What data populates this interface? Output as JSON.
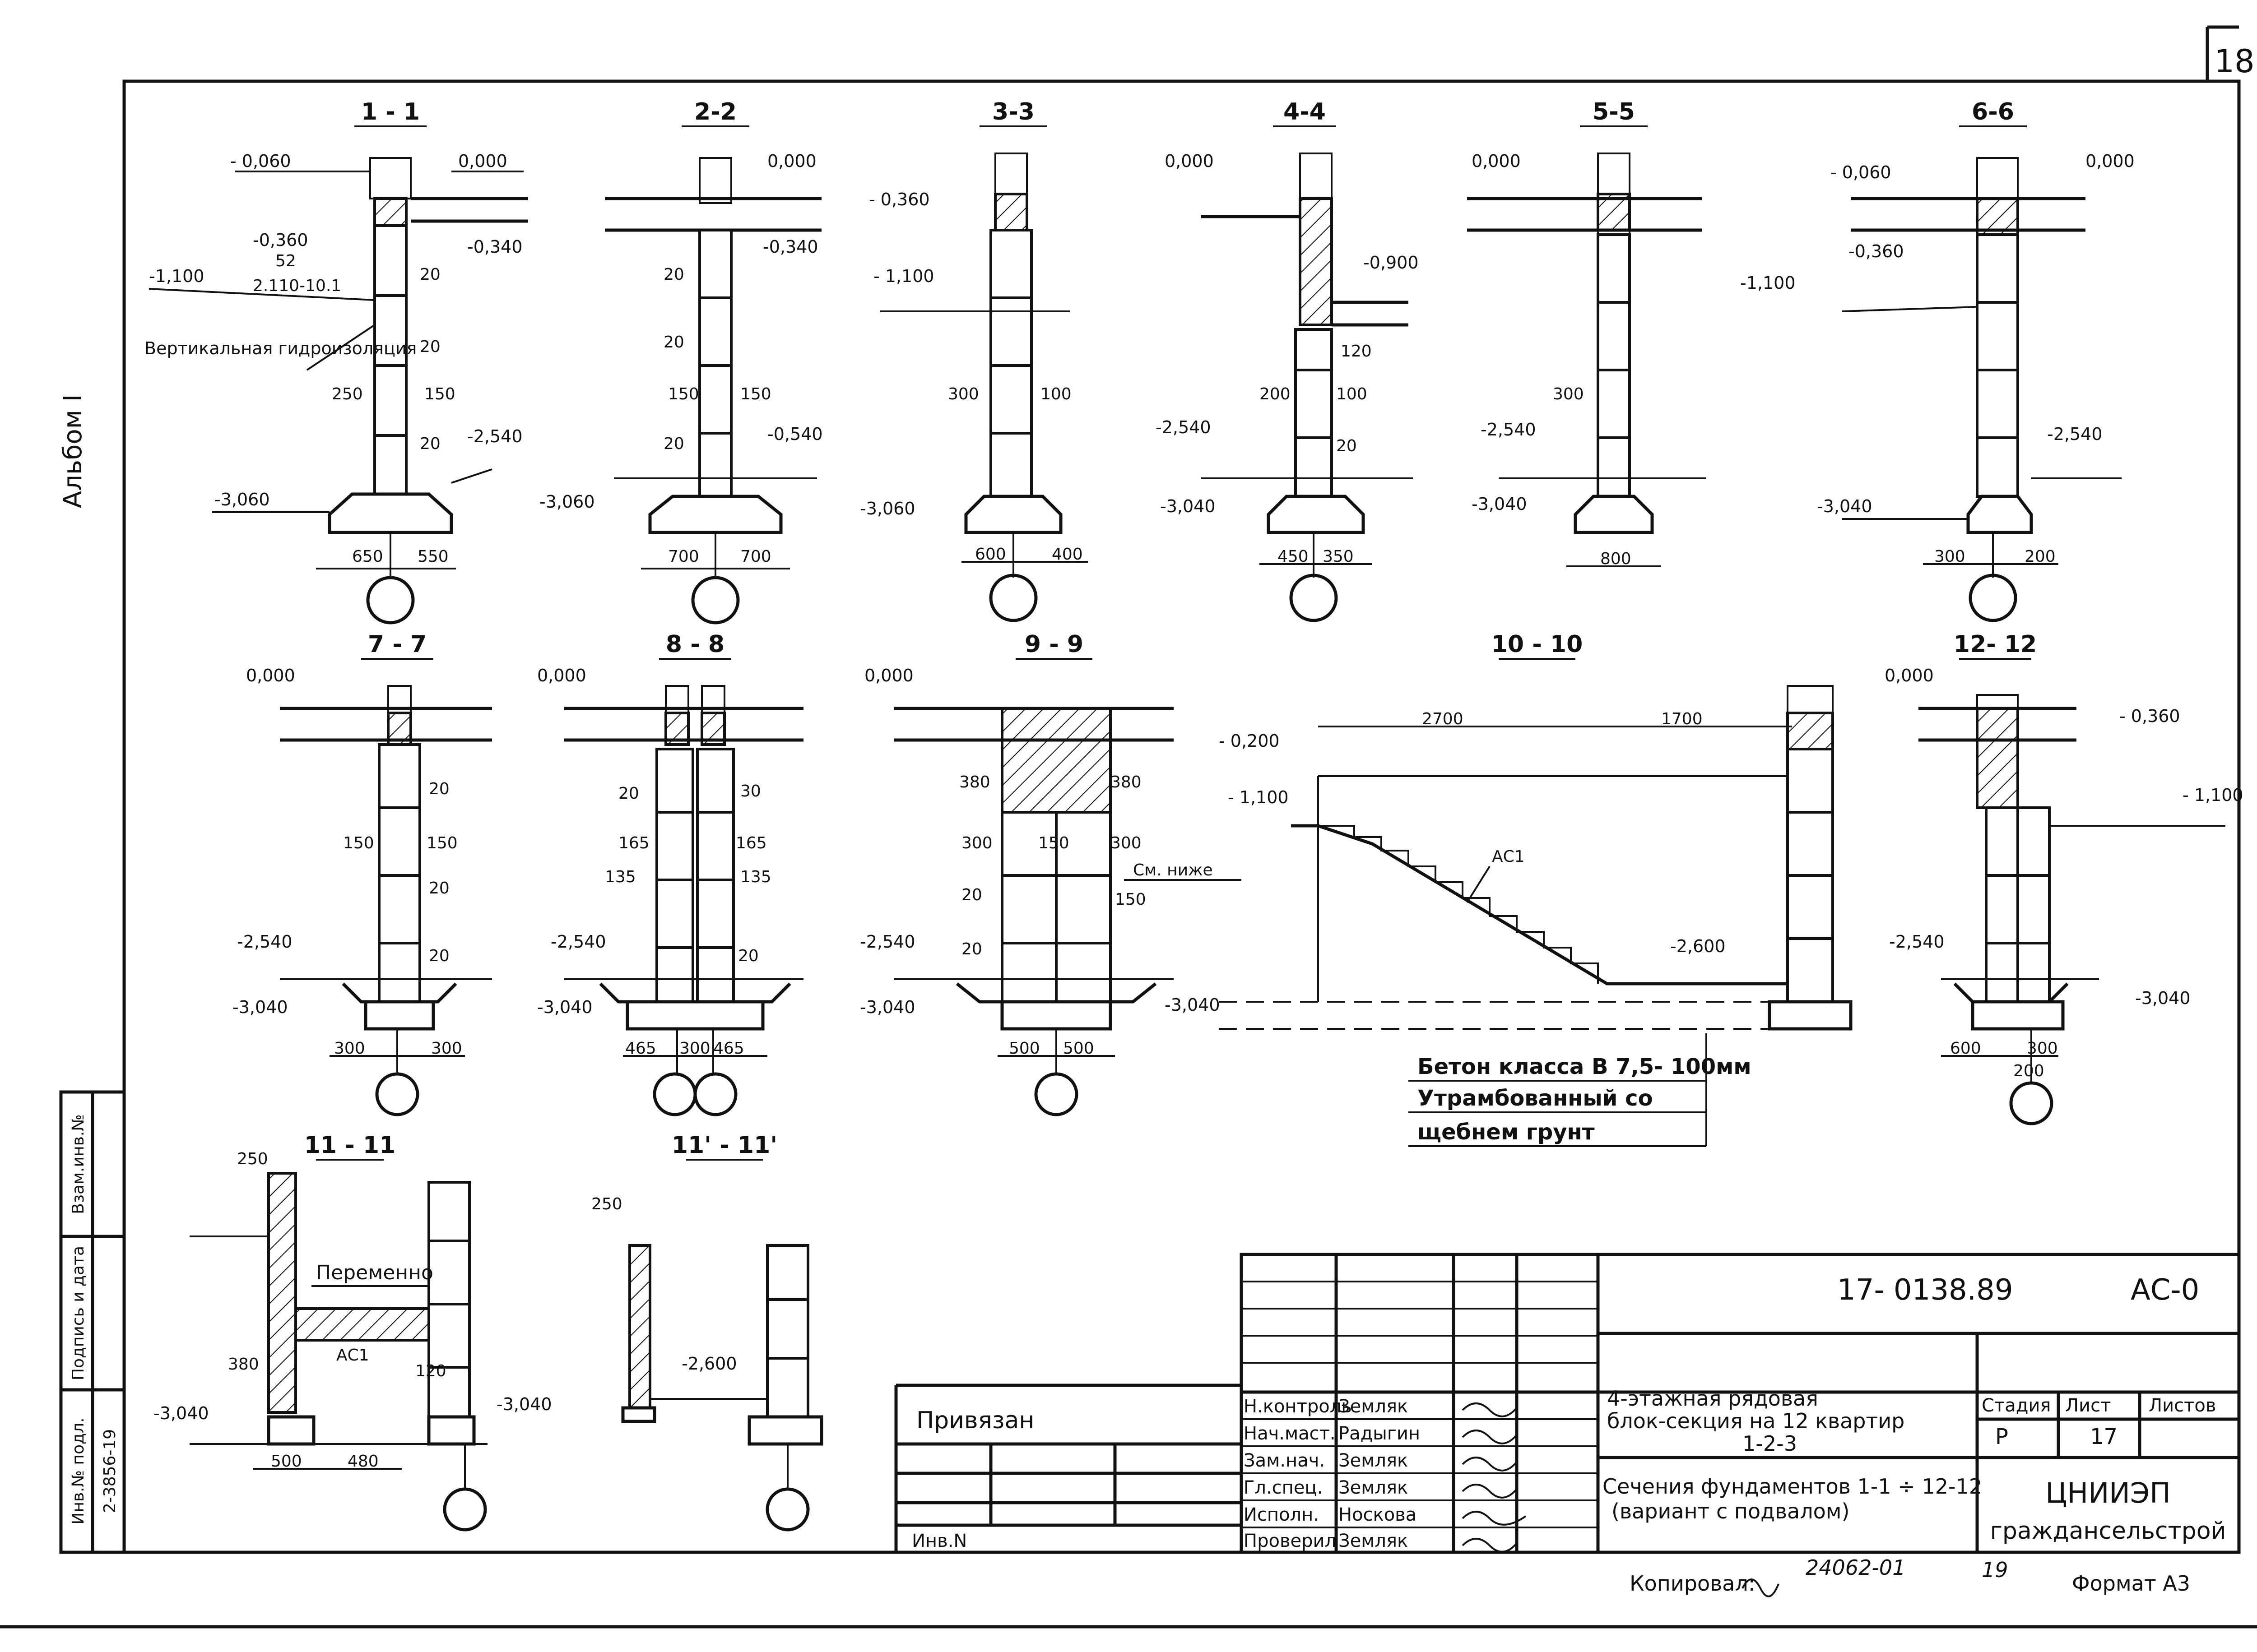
{
  "sheet_number": "18",
  "album_label": "Альбом I",
  "side_stamp": {
    "headers": [
      "Инв.№ подл.",
      "Подпись и дата",
      "Взам.инв.№"
    ],
    "inv_number": "2-3856-19"
  },
  "sections": {
    "s1": {
      "title": "1 - 1",
      "levels": [
        "- 0,060",
        "0,000",
        "-0,360",
        "-0,340",
        "-1,100",
        "-2,540",
        "-3,060"
      ],
      "dims": [
        "52",
        "2.110-10.1",
        "20",
        "20",
        "250",
        "150",
        "20",
        "650",
        "550"
      ],
      "note": "Вертикальная гидроизоляция"
    },
    "s2": {
      "title": "2-2",
      "levels": [
        "0,000",
        "-0,340",
        "-0,540",
        "-3,060"
      ],
      "dims": [
        "20",
        "20",
        "150",
        "150",
        "20",
        "700",
        "700"
      ]
    },
    "s3": {
      "title": "3-3",
      "levels": [
        "- 0,360",
        "- 1,100",
        "-3,060"
      ],
      "dims": [
        "300",
        "100",
        "600",
        "400"
      ]
    },
    "s4": {
      "title": "4-4",
      "levels": [
        "0,000",
        "-0,900",
        "-2,540",
        "-3,040"
      ],
      "dims": [
        "120",
        "200",
        "100",
        "20",
        "450",
        "350"
      ]
    },
    "s5": {
      "title": "5-5",
      "levels": [
        "0,000",
        "-2,540",
        "-3,040"
      ],
      "dims": [
        "300",
        "800"
      ]
    },
    "s6": {
      "title": "6-6",
      "levels": [
        "- 0,060",
        "0,000",
        "-0,360",
        "-1,100",
        "-2,540",
        "-3,040"
      ],
      "dims": [
        "300",
        "200"
      ]
    },
    "s7": {
      "title": "7 - 7",
      "levels": [
        "0,000",
        "-2,540",
        "-3,040"
      ],
      "dims": [
        "20",
        "150",
        "150",
        "20",
        "20",
        "300",
        "300"
      ]
    },
    "s8": {
      "title": "8 - 8",
      "levels": [
        "0,000",
        "-2,540",
        "-3,040"
      ],
      "dims": [
        "20",
        "30",
        "165",
        "165",
        "135",
        "135",
        "20",
        "465",
        "300",
        "465"
      ]
    },
    "s9": {
      "title": "9 - 9",
      "levels": [
        "0,000",
        "-2,540",
        "-3,040",
        "-3,040"
      ],
      "dims": [
        "380",
        "380",
        "300",
        "150",
        "300",
        "150",
        "20",
        "20",
        "500",
        "500"
      ],
      "note": "См. ниже"
    },
    "s10": {
      "title": "10 - 10",
      "levels": [
        "- 0,200",
        "- 1,100",
        "-2,600"
      ],
      "dims": [
        "2700",
        "1700"
      ],
      "mark": "АС1",
      "legend": [
        "Бетон класса В 7,5- 100мм",
        "Утрамбованный со",
        "щебнем грунт"
      ]
    },
    "s12": {
      "title": "12- 12",
      "levels": [
        "0,000",
        "- 0,360",
        "- 1,100",
        "-2,540",
        "-3,040"
      ],
      "dims": [
        "600",
        "300",
        "200"
      ]
    },
    "s11": {
      "title": "11 - 11",
      "levels": [
        "-3,040"
      ],
      "dims": [
        "250",
        "380",
        "120",
        "500",
        "480"
      ],
      "note": "Переменно",
      "mark": "АС1"
    },
    "s11p": {
      "title": "11' - 11'",
      "levels": [
        "-3,040",
        "-2,600"
      ],
      "dims": [
        "250"
      ]
    }
  },
  "title_block": {
    "doc_code": "17- 0138.89",
    "doc_mark": "АС-0",
    "bound_label": "Привязан",
    "inv_label": "Инв.N",
    "roles": [
      {
        "role": "Н.контроль",
        "name": "Земляк"
      },
      {
        "role": "Нач.маст.",
        "name": "Радыгин"
      },
      {
        "role": "Зам.нач.",
        "name": "Земляк"
      },
      {
        "role": "Гл.спец.",
        "name": "Земляк"
      },
      {
        "role": "Исполн.",
        "name": "Носкова"
      },
      {
        "role": "Проверил",
        "name": "Земляк"
      }
    ],
    "project_title": [
      "4-этажная рядовая",
      "блок-секция на 12 квартир",
      "1-2-3"
    ],
    "sheet_title": [
      "Сечения фундаментов 1-1 ÷ 12-12",
      "(вариант с подвалом)"
    ],
    "stage_headers": [
      "Стадия",
      "Лист",
      "Листов"
    ],
    "stage": "Р",
    "sheet": "17",
    "org": [
      "ЦНИИЭП",
      "граждансельстрой"
    ]
  },
  "footer": {
    "copied": "Копировал:",
    "order": "24062-01",
    "page": "19",
    "format": "Формат А3"
  }
}
